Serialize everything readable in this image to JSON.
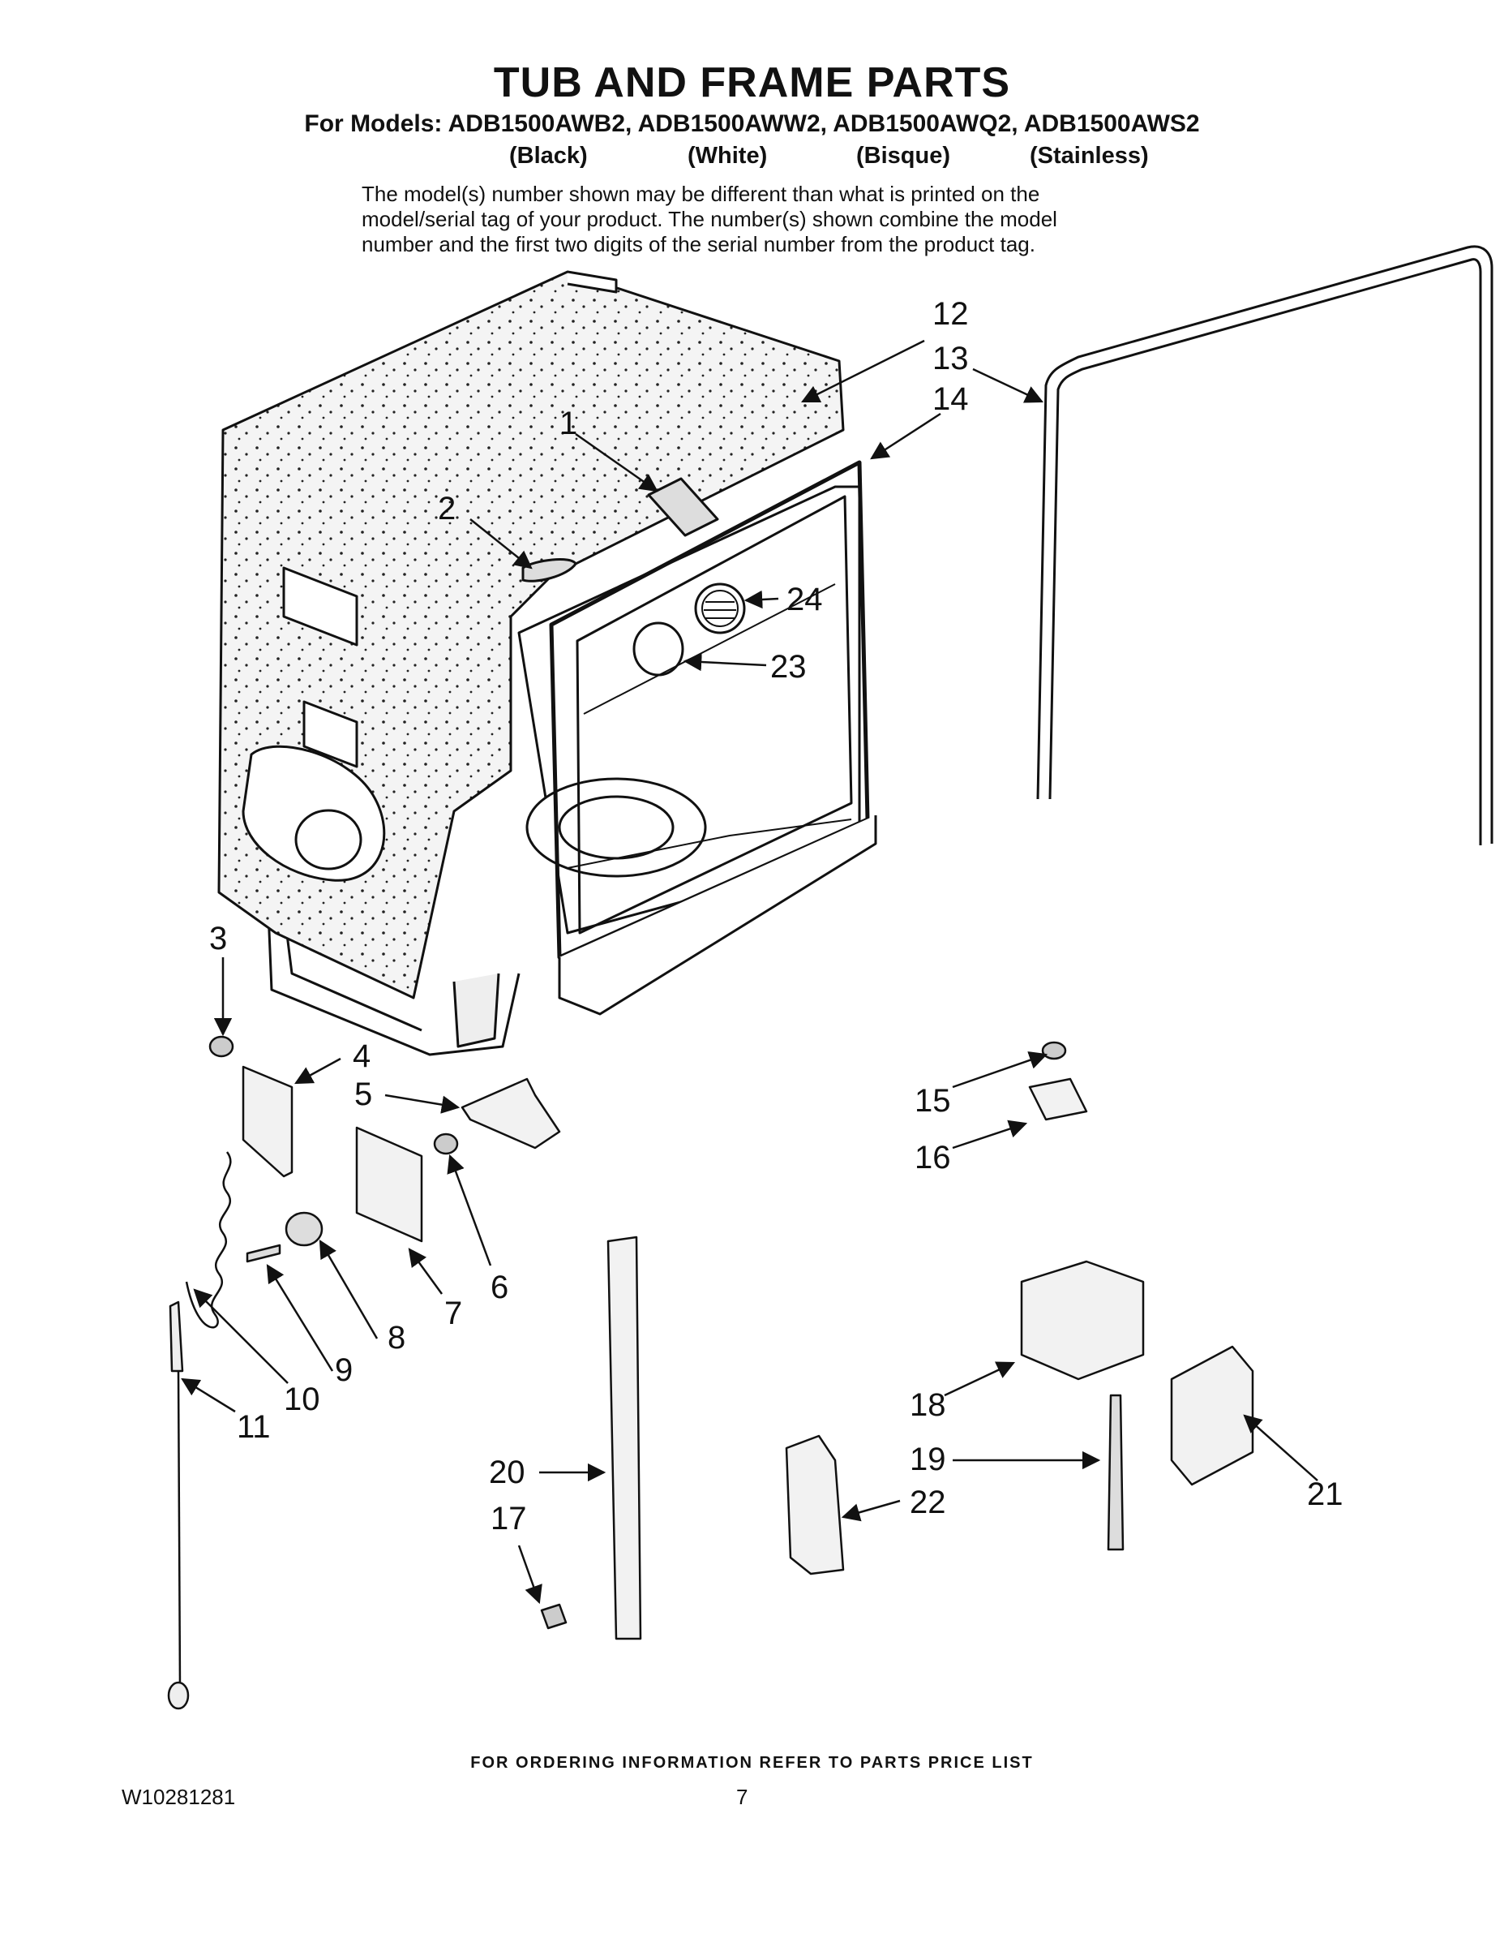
{
  "header": {
    "title": "TUB AND FRAME PARTS",
    "models_line": "For Models: ADB1500AWB2, ADB1500AWW2, ADB1500AWQ2, ADB1500AWS2",
    "colors": [
      "(Black)",
      "(White)",
      "(Bisque)",
      "(Stainless)"
    ],
    "note_lines": [
      "The model(s) number shown may be different than what is printed on the",
      "model/serial tag of your product. The number(s) shown combine the model",
      "number and the first two digits of the serial number from the product tag."
    ]
  },
  "callouts": {
    "c1": "1",
    "c2": "2",
    "c3": "3",
    "c4": "4",
    "c5": "5",
    "c6": "6",
    "c7": "7",
    "c8": "8",
    "c9": "9",
    "c10": "10",
    "c11": "11",
    "c12": "12",
    "c13": "13",
    "c14": "14",
    "c15": "15",
    "c16": "16",
    "c17": "17",
    "c18": "18",
    "c19": "19",
    "c20": "20",
    "c21": "21",
    "c22": "22",
    "c23": "23",
    "c24": "24"
  },
  "footer": {
    "ordering_note": "FOR ORDERING INFORMATION REFER TO PARTS PRICE LIST",
    "doc_id": "W10281281",
    "page": "7"
  }
}
